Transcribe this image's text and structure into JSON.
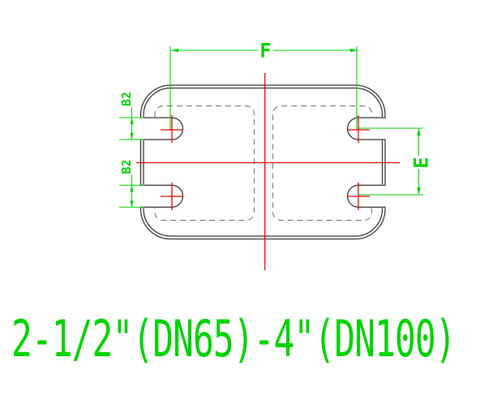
{
  "drawing": {
    "title": "2-1/2\"(DN65)-4\"(DN100)",
    "labels": {
      "f": "F",
      "e": "E",
      "b2_top": "B2",
      "b2_bottom": "B2"
    }
  },
  "colors": {
    "dimension_green": "#00d300",
    "centerline_red": "#e80000",
    "outline_dark": "#2e2e2e",
    "hidden_gray": "#7d7d7d",
    "background": "#ffffff"
  }
}
